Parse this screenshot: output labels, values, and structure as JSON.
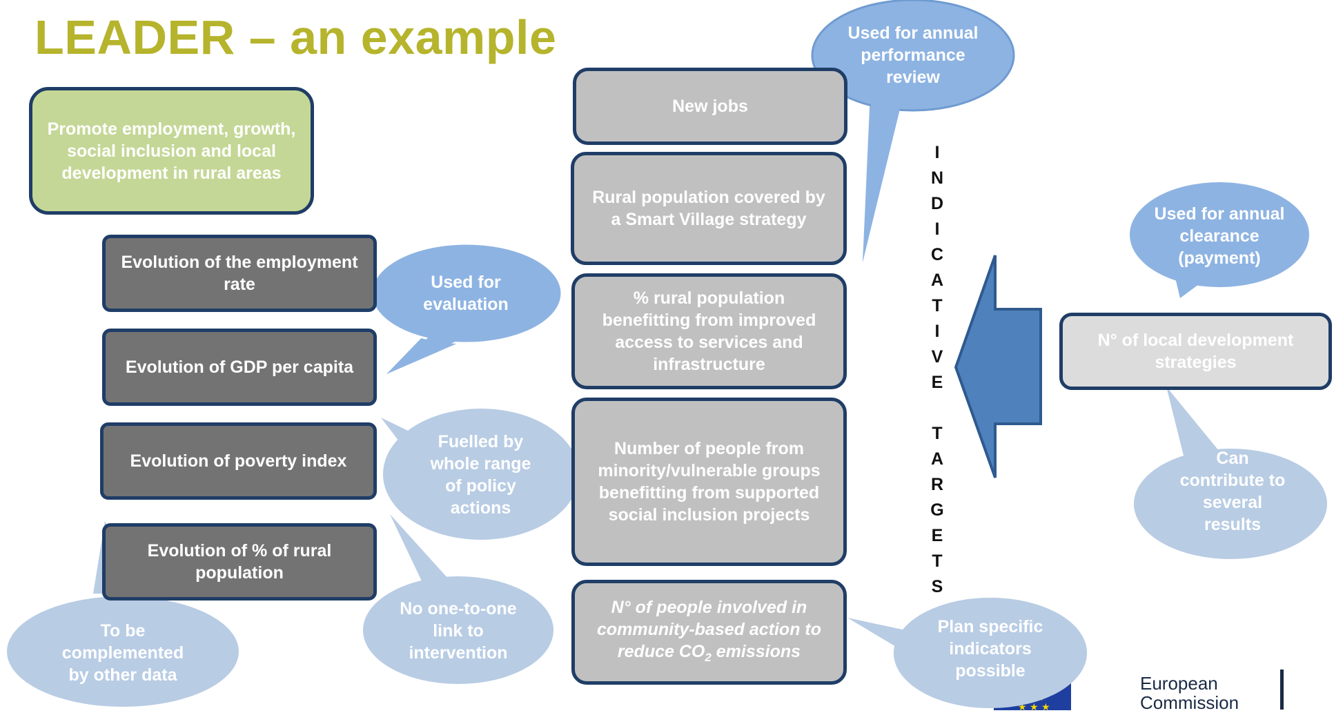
{
  "title": "LEADER – an example",
  "objective": "Promote employment, growth, social inclusion and local development in rural areas",
  "context_indicators": [
    "Evolution of the employment rate",
    "Evolution of GDP per capita",
    "Evolution of poverty index",
    "Evolution of % of rural population"
  ],
  "result_indicators": [
    "New jobs",
    "Rural population covered by a  Smart Village strategy",
    "%  rural population benefitting from improved access to services and infrastructure",
    "Number of people from minority/vulnerable groups benefitting from supported social inclusion projects"
  ],
  "specific_indicator": {
    "prefix": "N° of people involved in community-based action to reduce CO",
    "sub": "2",
    "suffix": " emissions"
  },
  "output_indicator": "N° of local development strategies",
  "vertical_label": [
    "I",
    "N",
    "D",
    "I",
    "C",
    "A",
    "T",
    "I",
    "V",
    "E",
    "",
    "T",
    "A",
    "R",
    "G",
    "E",
    "T",
    "S"
  ],
  "bubbles": {
    "annual_performance": "Used for annual performance review",
    "annual_clearance": "Used for annual clearance (payment)",
    "evaluation": "Used for evaluation",
    "fuelled": "Fuelled by whole range of policy actions",
    "no_link": "No one-to-one link to intervention",
    "complemented": "To be complemented by other data",
    "can_contribute": "Can contribute to several results",
    "plan_specific": "Plan specific indicators possible"
  },
  "logo": {
    "line1": "European",
    "line2": "Commission"
  },
  "colors": {
    "title": "#b5b42c",
    "objective_fill": "#c4d796",
    "context_fill": "#737373",
    "result_fill": "#c0c0c0",
    "output_fill": "#dcdcdc",
    "border": "#1f3d66",
    "bubble_blue": "#8db3e2",
    "bubble_pale": "#b8cce4",
    "arrow": "#4f81bd"
  }
}
